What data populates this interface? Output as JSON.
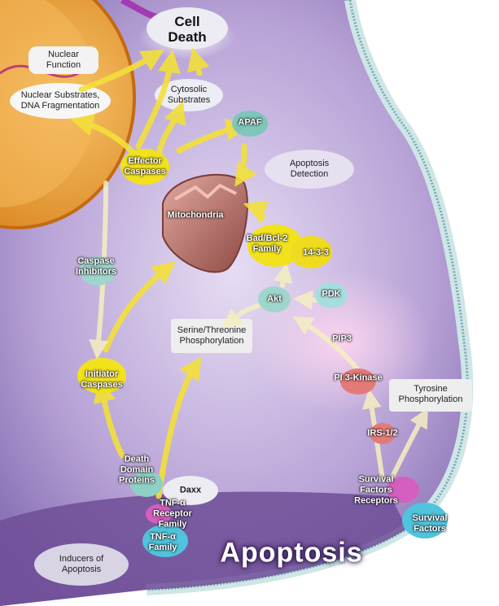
{
  "title": "Apoptosis",
  "labels": {
    "cell_death": "Cell\nDeath",
    "nuclear_function": "Nuclear\nFunction",
    "nuclear_substrates": "Nuclear Substrates,\nDNA Fragmentation",
    "cytosolic_substrates": "Cytosolic\nSubstrates",
    "apaf": "APAF",
    "effector_caspases": "Effector\nCaspases",
    "apoptosis_detection": "Apoptosis\nDetection",
    "mitochondria": "Mitochondria",
    "bad_bcl2": "Bad/Bcl-2\nFamily",
    "p1433": "14-3-3",
    "caspase_inhibitors": "Caspase\nInhibitors",
    "akt": "Akt",
    "pdk": "PDK",
    "serine_threonine": "Serine/Threonine\nPhosphorylation",
    "pip3": "PIP3",
    "pi3_kinase": "PI 3-Kinase",
    "initiator_caspases": "Initiator\nCaspases",
    "tyrosine": "Tyrosine\nPhosphorylation",
    "irs": "IRS-1/2",
    "death_domain": "Death\nDomain\nProteins",
    "daxx": "Daxx",
    "tnf_receptor": "TNF-α\nReceptor\nFamily",
    "tnf_family": "TNF-α\nFamily",
    "survival_receptors": "Survival\nFactors\nReceptors",
    "survival_factors": "Survival\nFactors",
    "inducers": "Inducers of\nApoptosis"
  },
  "colors": {
    "caspase": "#f2e21c",
    "protein_teal": "#9fd6cc",
    "protein_cyan": "#4fc4dc",
    "kinase": "#e47a78",
    "receptor": "#d45fc0",
    "nucleus": "#f0a53a",
    "mitochondria": "#c47a72",
    "cytoplasm": "#b9a4d8"
  }
}
